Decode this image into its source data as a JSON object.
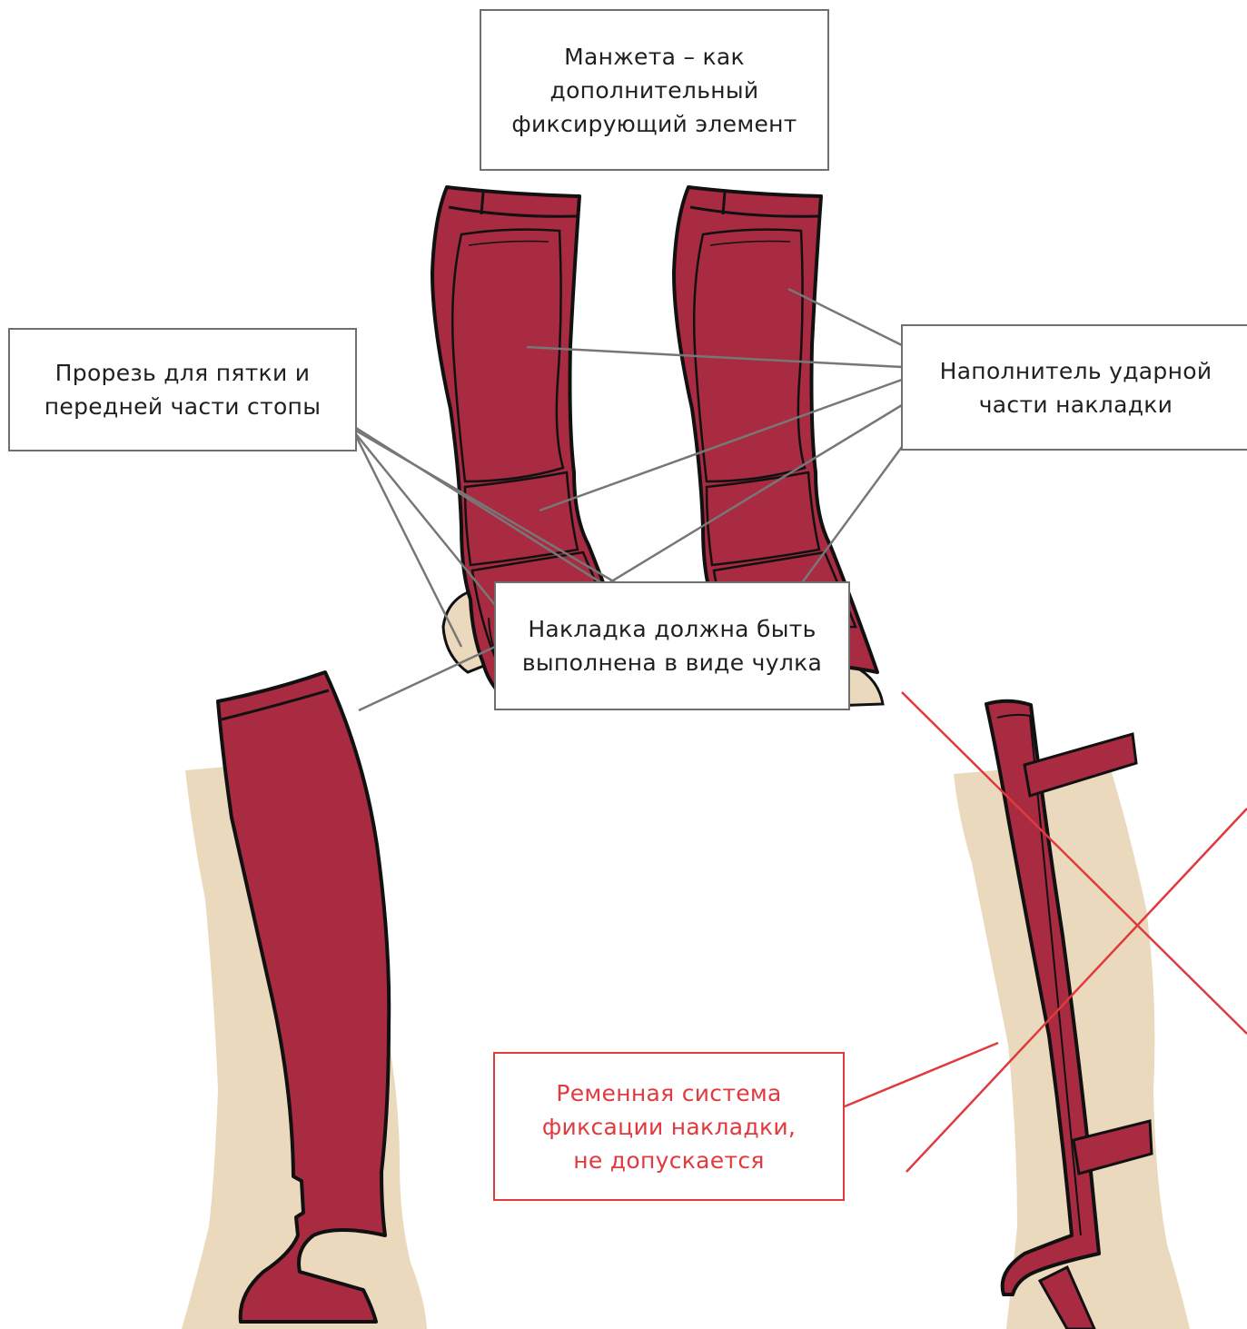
{
  "labels": {
    "cuff": [
      "Манжета – как",
      "дополнительный",
      "фиксирующий элемент"
    ],
    "heel_cutout": [
      "Прорезь для пятки и",
      "передней части стопы"
    ],
    "filler": [
      "Наполнитель ударной",
      "части накладки"
    ],
    "stocking": [
      "Накладка должна быть",
      "выполнена в виде чулка"
    ],
    "strap_system": [
      "Ременная система",
      "фиксации накладки,",
      "не допускается"
    ]
  },
  "colors": {
    "guard": "#a92b42",
    "skin": "#ead9bd",
    "outline": "#111111",
    "leader": "#777777",
    "warning": "#e03a3e"
  }
}
